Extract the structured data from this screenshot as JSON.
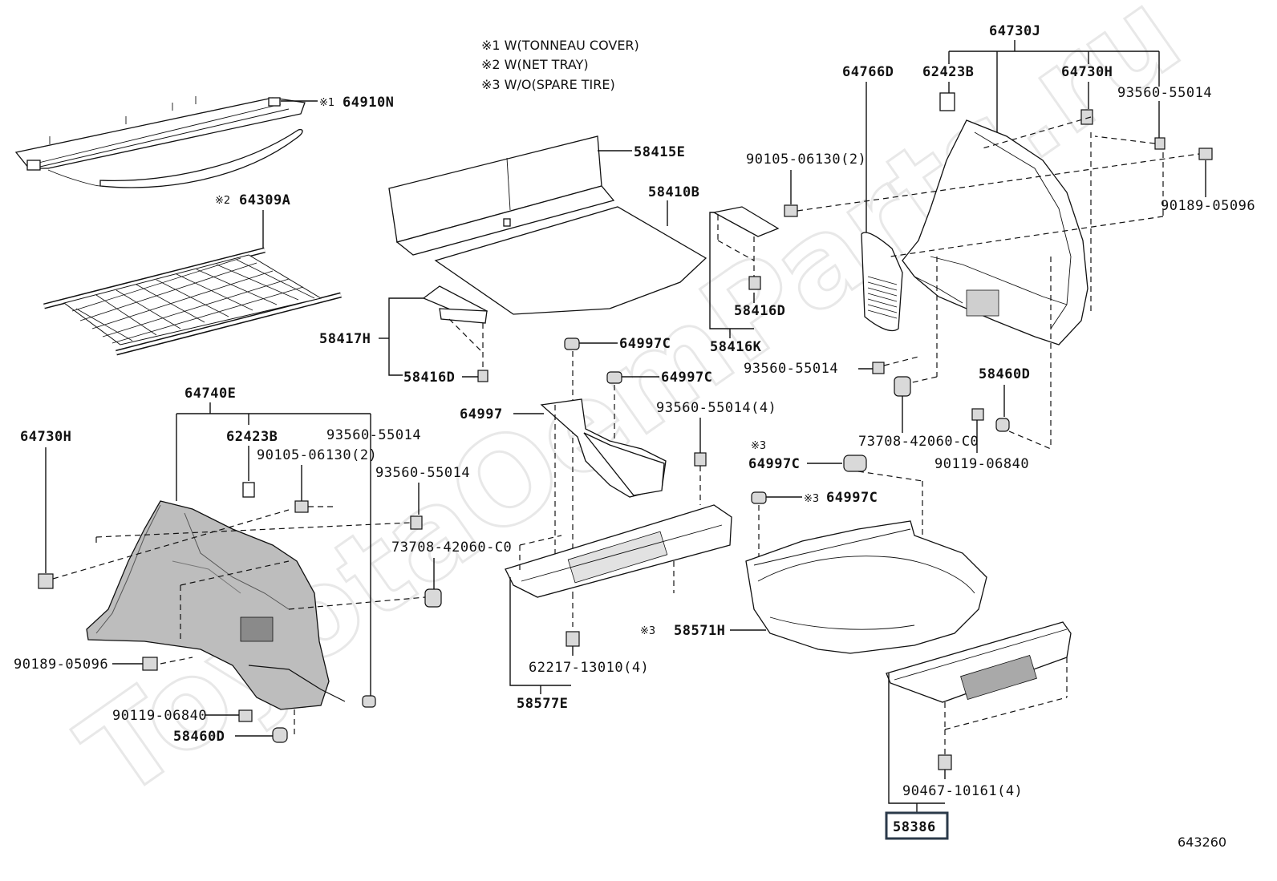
{
  "notes": {
    "n1": "※1 W(TONNEAU COVER)",
    "n2": "※2 W(NET TRAY)",
    "n3": "※3 W/O(SPARE TIRE)"
  },
  "watermark": "ToyotaOemParts.ru",
  "diagram_id": "643260",
  "highlight_color": "#2b3a4a",
  "marks": {
    "m1": "※1",
    "m2": "※2",
    "m3": "※3"
  },
  "labels": {
    "p64910N": "64910N",
    "p64309A": "64309A",
    "p58415E": "58415E",
    "p58410B": "58410B",
    "p58417H": "58417H",
    "p58416D_a": "58416D",
    "p64730J": "64730J",
    "p64766D": "64766D",
    "p62423B_r": "62423B",
    "p64730H_r": "64730H",
    "p93560_55014_r1": "93560-55014",
    "p90105_06130_r": "90105-06130(2)",
    "p90189_05096_r": "90189-05096",
    "p58416D_b": "58416D",
    "p58416K": "58416K",
    "p93560_55014_r2": "93560-55014",
    "p58460D_r": "58460D",
    "p73708_r": "73708-42060-C0",
    "p90119_r": "90119-06840",
    "p64997C_a": "64997C",
    "p64997C_b": "64997C",
    "p64997": "64997",
    "p93560_55014_4": "93560-55014(4)",
    "p64997C_c": "64997C",
    "p64997C_d": "64997C",
    "p64740E": "64740E",
    "p64730H_l": "64730H",
    "p62423B_l": "62423B",
    "p93560_55014_l1": "93560-55014",
    "p90105_06130_l": "90105-06130(2)",
    "p93560_55014_l2": "93560-55014",
    "p73708_l": "73708-42060-C0",
    "p90189_05096_l": "90189-05096",
    "p90119_l": "90119-06840",
    "p58460D_l": "58460D",
    "p62217": "62217-13010(4)",
    "p58577E": "58577E",
    "p58571H": "58571H",
    "p90467": "90467-10161(4)",
    "p58386": "58386"
  }
}
